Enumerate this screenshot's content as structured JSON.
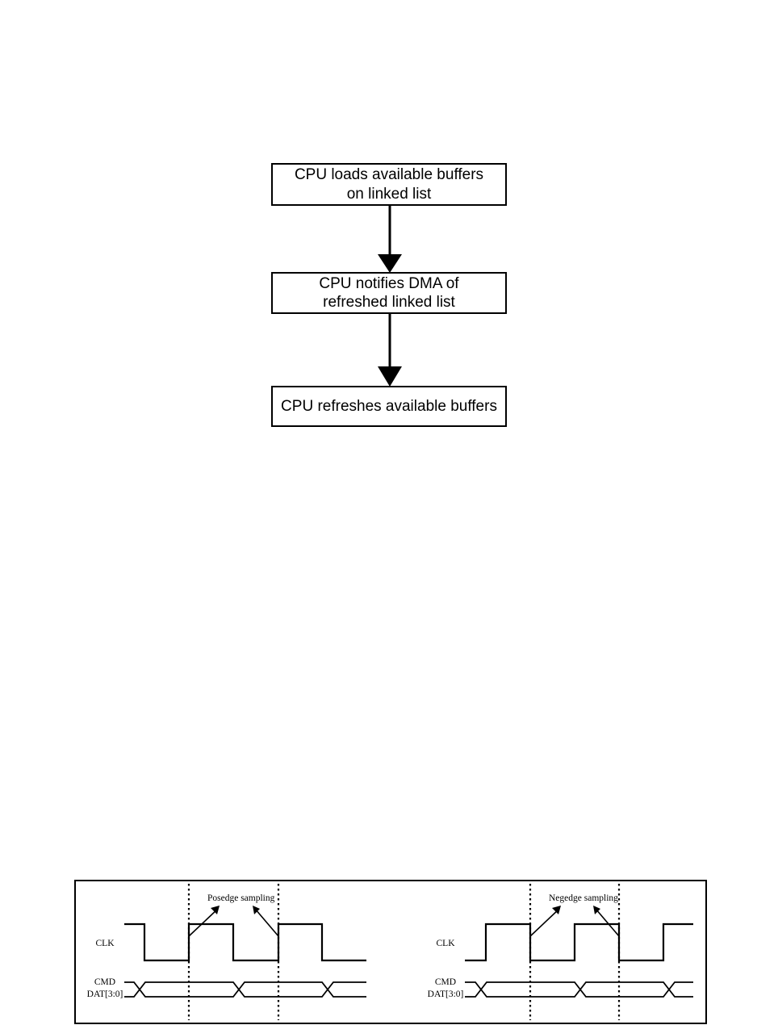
{
  "flowchart": {
    "nodes": [
      {
        "id": "node-1",
        "label": "CPU loads available buffers\non linked list"
      },
      {
        "id": "node-2",
        "label": "CPU notifies DMA of\nrefreshed linked list"
      },
      {
        "id": "node-3",
        "label": "CPU refreshes available buffers"
      }
    ],
    "connectors": [
      {
        "id": "arrow-1",
        "from": "node-1",
        "to": "node-2",
        "direction": "down"
      },
      {
        "id": "arrow-2",
        "from": "node-2",
        "to": "node-3",
        "direction": "down"
      }
    ]
  },
  "timing_figure": {
    "panels": [
      {
        "id": "posedge-panel",
        "annotation": "Posedge sampling",
        "signals": [
          {
            "name": "CLK",
            "label": "CLK"
          },
          {
            "name": "data-bus",
            "label": "CMD\nDAT[3:0]",
            "label_line1": "CMD",
            "label_line2": "DAT[3:0]"
          }
        ],
        "sampling_edge": "posedge",
        "marker_count": 2,
        "arrow_count": 2
      },
      {
        "id": "negedge-panel",
        "annotation": "Negedge sampling",
        "signals": [
          {
            "name": "CLK",
            "label": "CLK"
          },
          {
            "name": "data-bus",
            "label": "CMD\nDAT[3:0]",
            "label_line1": "CMD",
            "label_line2": "DAT[3:0]"
          }
        ],
        "sampling_edge": "negedge",
        "marker_count": 2,
        "arrow_count": 2
      }
    ]
  },
  "colors": {
    "ink": "#000000",
    "paper": "#ffffff"
  }
}
